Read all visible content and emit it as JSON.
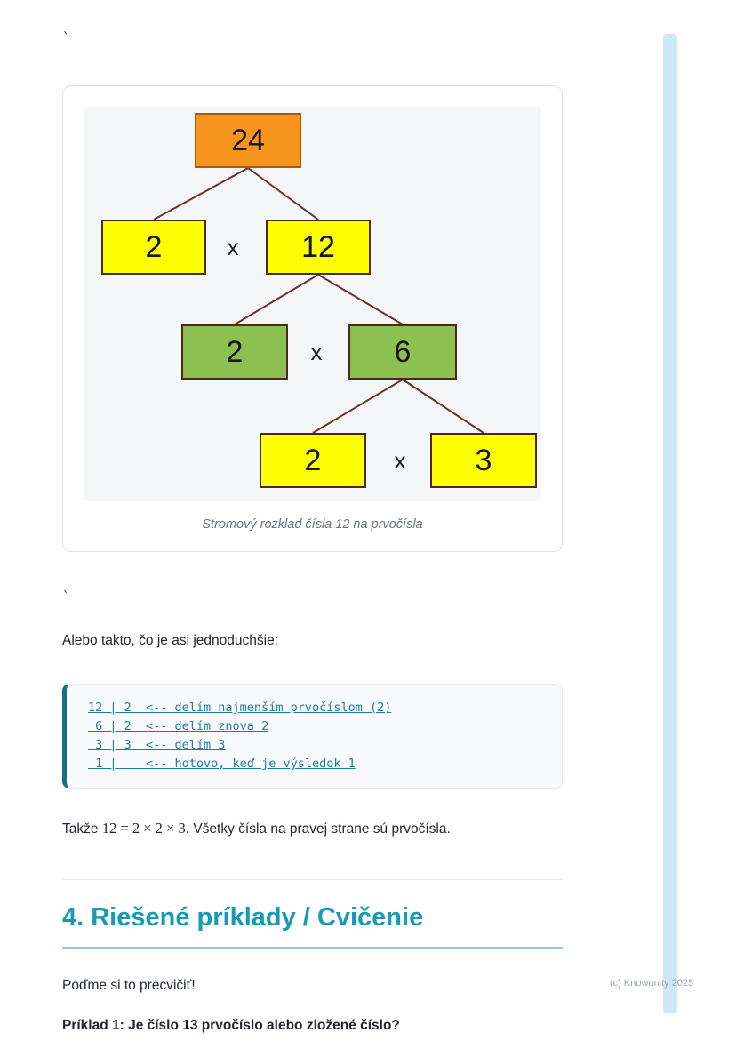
{
  "page": {
    "tick_top": "`",
    "tick_mid": "`"
  },
  "figure": {
    "caption": "Stromový rozklad čísla 12 na prvočísla",
    "tree": {
      "op": "x",
      "root": "24",
      "l1_left": "2",
      "l1_right": "12",
      "l2_left": "2",
      "l2_right": "6",
      "l3_left": "2",
      "l3_right": "3"
    },
    "colors": {
      "root_box": "#f7941e",
      "yellow_box": "#ffff04",
      "green_box": "#8cc152",
      "connector_line": "#6b3226"
    }
  },
  "content": {
    "alternative_intro": "Alebo takto, čo je asi jednoduchšie:",
    "code_lines": [
      "12 | 2  <-- delím najmenším prvočíslom (2)",
      " 6 | 2  <-- delím znova 2",
      " 3 | 3  <-- delím 3",
      " 1 |    <-- hotovo, keď je výsledok 1"
    ],
    "result_prefix": "Takže ",
    "result_math": "12 = 2 × 2 × 3",
    "result_suffix": ". Všetky čísla na pravej strane sú prvočísla.",
    "section_heading": "4. Riešené príklady / Cvičenie",
    "practice_text": "Poďme si to precvičiť!",
    "example_heading": "Príklad 1: Je číslo 13 prvočíslo alebo zložené číslo?"
  },
  "footer": {
    "watermark": "(c) Knowunity 2025"
  },
  "theme": {
    "heading_color": "#189ab4",
    "code_accent": "#15727e",
    "code_text": "#1c7ba6"
  }
}
